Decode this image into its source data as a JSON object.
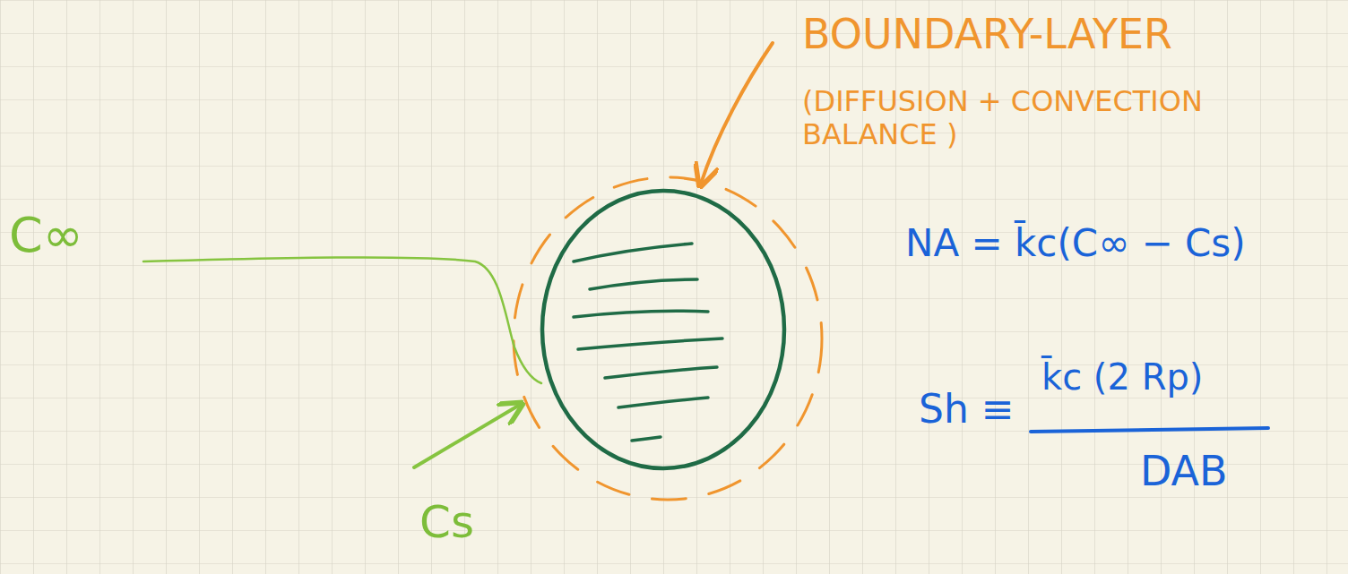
{
  "diagram": {
    "labels": [
      "BOUNDARY-LAYER",
      "(DIFFUSION + CONVECTION BALANCE )",
      "C∞",
      "NA = k̄c(C∞ − Cs)",
      "Sh ≡",
      "k̄c (2 Rp)",
      "DAB",
      "Cs"
    ]
  }
}
